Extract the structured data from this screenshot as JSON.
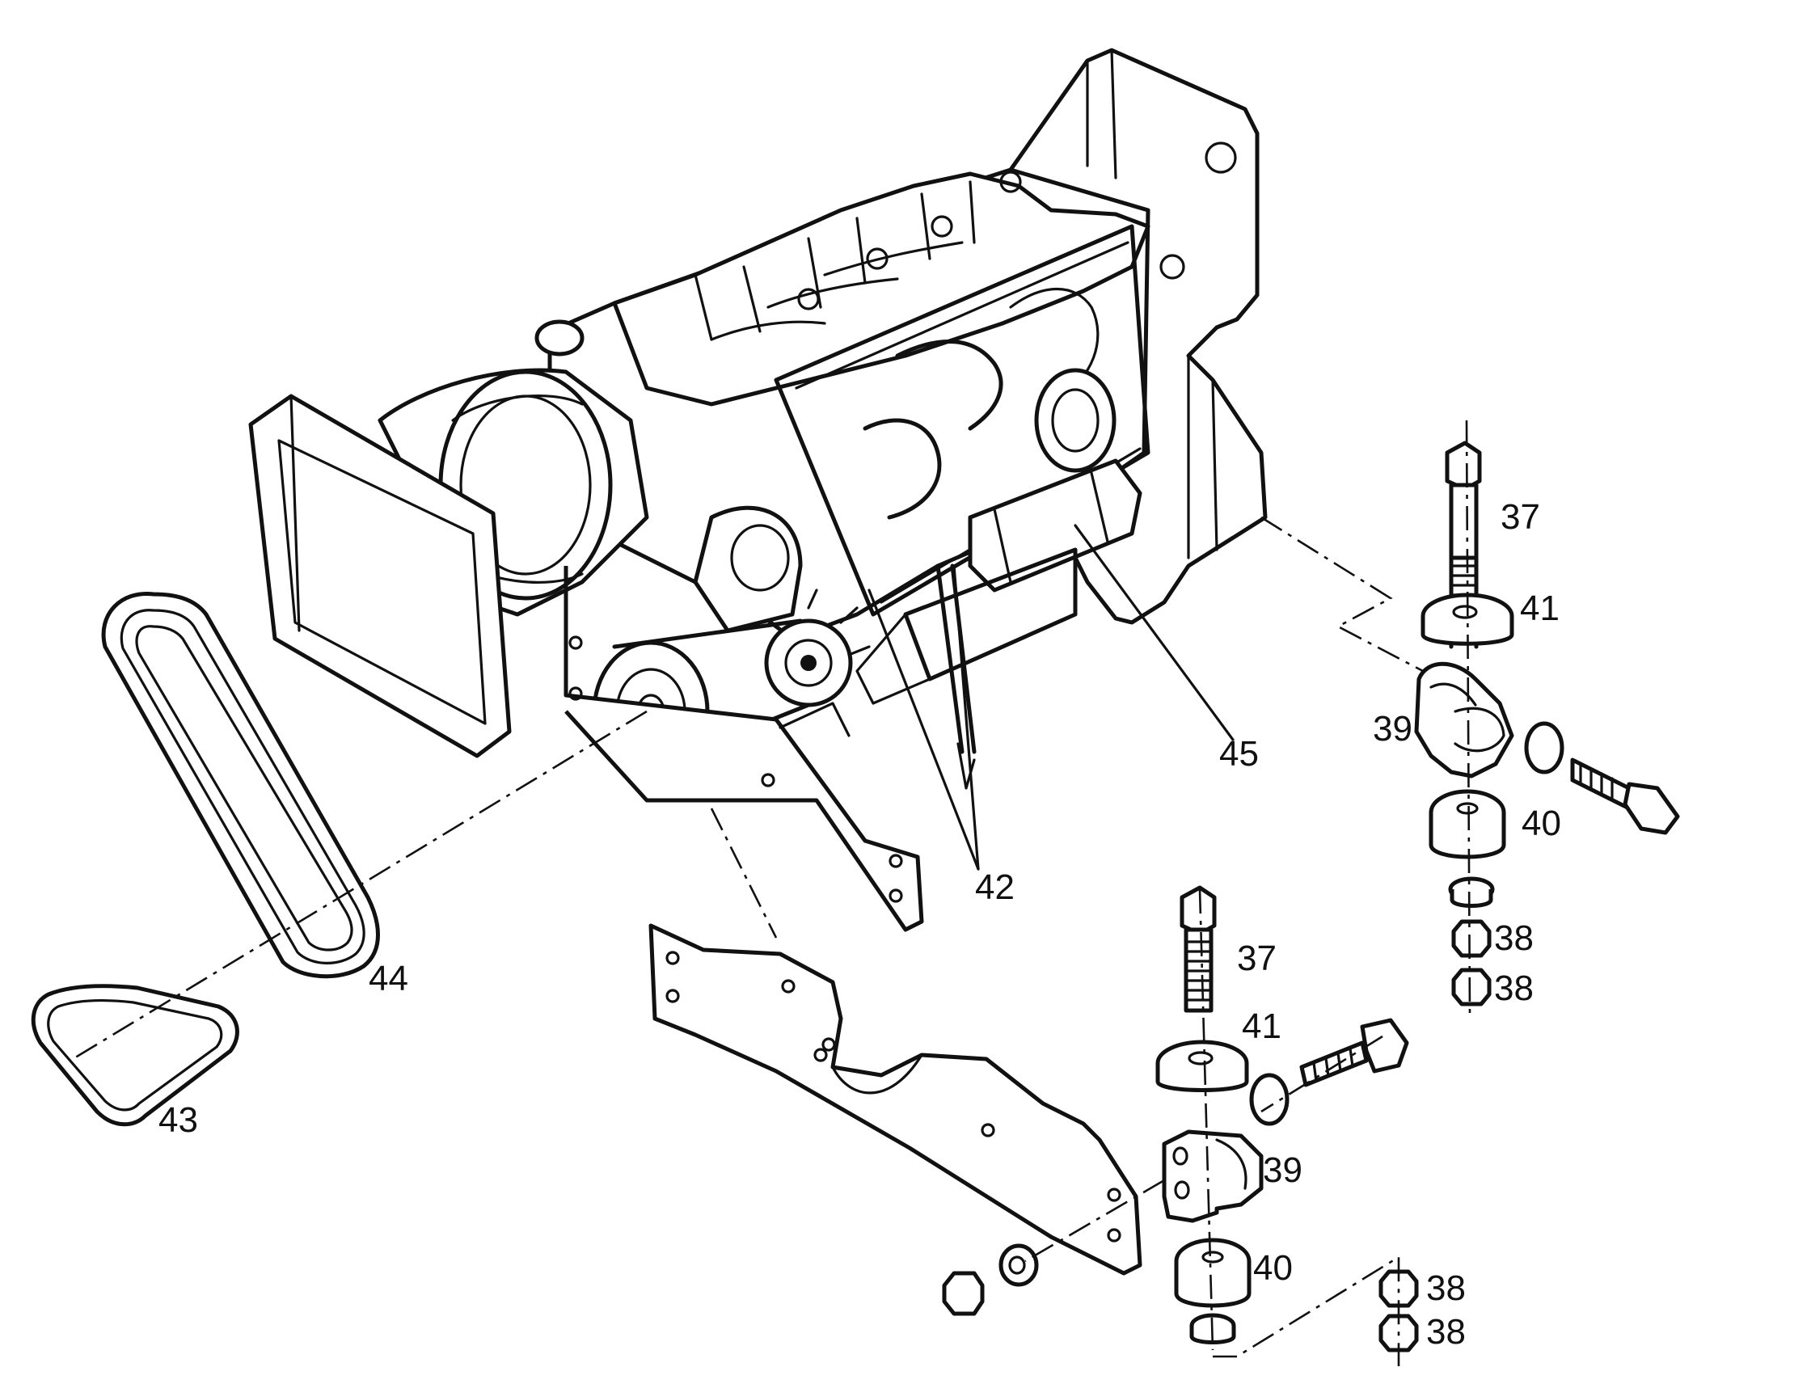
{
  "callouts": [
    {
      "id": "c37a",
      "text": "37"
    },
    {
      "id": "c41a",
      "text": "41"
    },
    {
      "id": "c39a",
      "text": "39"
    },
    {
      "id": "c40a",
      "text": "40"
    },
    {
      "id": "c38a",
      "text": "38"
    },
    {
      "id": "c38b",
      "text": "38"
    },
    {
      "id": "c45",
      "text": "45"
    },
    {
      "id": "c42",
      "text": "42"
    },
    {
      "id": "c44",
      "text": "44"
    },
    {
      "id": "c43",
      "text": "43"
    },
    {
      "id": "c37b",
      "text": "37"
    },
    {
      "id": "c41b",
      "text": "41"
    },
    {
      "id": "c39b",
      "text": "39"
    },
    {
      "id": "c40b",
      "text": "40"
    },
    {
      "id": "c38c",
      "text": "38"
    },
    {
      "id": "c38d",
      "text": "38"
    }
  ]
}
